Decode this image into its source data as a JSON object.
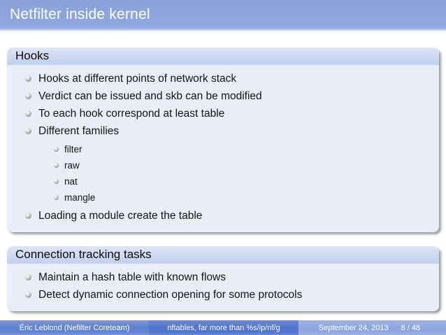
{
  "slide_title": "Netfilter inside kernel",
  "blocks": {
    "hooks": {
      "title": "Hooks",
      "items": [
        "Hooks at different points of network stack",
        "Verdict can be issued and skb can be modified",
        "To each hook correspond at least table",
        "Different families"
      ],
      "families": [
        "filter",
        "raw",
        "nat",
        "mangle"
      ],
      "last_item": "Loading a module create the table"
    },
    "conntrack": {
      "title": "Connection tracking tasks",
      "items": [
        "Maintain a hash table with known flows",
        "Detect dynamic connection opening for some protocols"
      ]
    }
  },
  "footer": {
    "author": "Éric Leblond (Nefilter Coreteam)",
    "short_title": "nftables, far more than %s/ip/nf/g",
    "date": "September 24, 2013",
    "frame_number": "8 / 48"
  },
  "colors": {
    "title_bar": "#8ca5dc",
    "block_header": "#c5d4ee",
    "block_body": "#e9edf7",
    "footer_author_bg": "#6283cf",
    "footer_title_bg": "#5176cb",
    "footer_date_bg": "#8fa7dd",
    "bullet_ball": "#9a9a9a",
    "text": "#141414"
  }
}
